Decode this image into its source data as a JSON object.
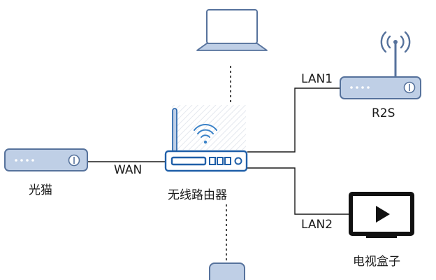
{
  "colors": {
    "device_fill": "#bfcfe6",
    "device_stroke": "#56729c",
    "router_stroke": "#1f5fa8",
    "line": "#1a1a1a",
    "wifi": "#3a82c8",
    "tv": "#111111"
  },
  "icons": [
    "laptop-icon",
    "modem-icon",
    "router-icon",
    "wifi-icon",
    "antenna-icon",
    "tv-icon",
    "phone-icon"
  ],
  "labels": {
    "modem": "光猫",
    "wan": "WAN",
    "router": "无线路由器",
    "lan1": "LAN1",
    "r2s": "R2S",
    "lan2": "LAN2",
    "tv": "电视盒子"
  }
}
